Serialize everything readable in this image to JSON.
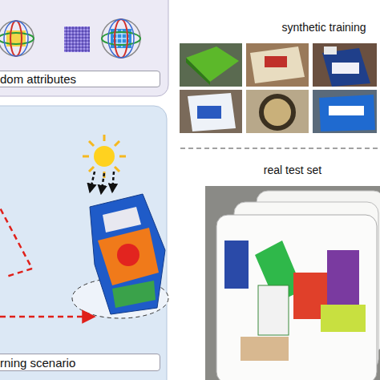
{
  "diagram": {
    "nodes": [
      {
        "text": [
          "dom attributes"
        ]
      },
      {
        "text": [
          "rning scenario"
        ]
      }
    ],
    "edges": [],
    "labels": [
      "synthetic training",
      "real test set"
    ]
  }
}
